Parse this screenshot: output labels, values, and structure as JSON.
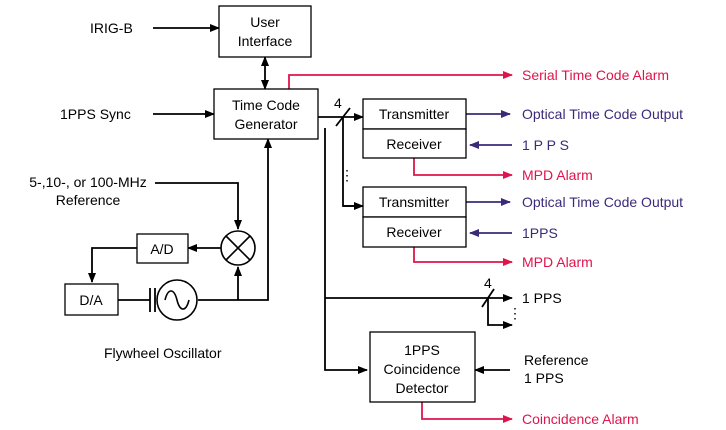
{
  "colors": {
    "line": "#000000",
    "alarm": "#e0144c",
    "signal": "#3b2a7a"
  },
  "inputs": {
    "irig": "IRIG-B",
    "sync": "1PPS Sync",
    "ref_line1": "5-,10-, or 100-MHz",
    "ref_line2": "Reference",
    "reference_1pps_line1": "Reference",
    "reference_1pps_line2": "1 PPS"
  },
  "blocks": {
    "user_interface": [
      "User",
      "Interface"
    ],
    "time_code_generator": [
      "Time Code",
      "Generator"
    ],
    "transmitter": "Transmitter",
    "receiver": "Receiver",
    "ad": "A/D",
    "da": "D/A",
    "coincidence": [
      "1PPS",
      "Coincidence",
      "Detector"
    ]
  },
  "outputs": {
    "serial_alarm": "Serial Time Code Alarm",
    "optical_1": "Optical Time Code Output",
    "pps_in_1": "1 P P S",
    "mpd_alarm_1": "MPD Alarm",
    "optical_2": "Optical Time Code Output",
    "pps_in_2": "1PPS",
    "mpd_alarm_2": "MPD Alarm",
    "pps_out": "1 PPS",
    "coincidence_alarm": "Coincidence Alarm"
  },
  "annotations": {
    "bus_width_top": "4",
    "bus_width_pps": "4",
    "ellipsis": "⋮",
    "oscillator_label": "Flywheel Oscillator"
  },
  "icons": {
    "mixer": "mixer-icon",
    "oscillator": "oscillator-icon"
  }
}
